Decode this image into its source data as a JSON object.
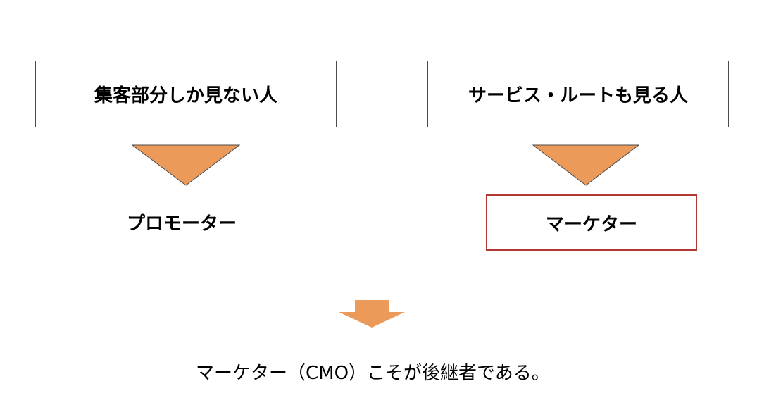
{
  "diagram": {
    "left_box": {
      "label": "集客部分しか見ない人"
    },
    "right_box": {
      "label": "サービス・ルートも見る人"
    },
    "left_result": {
      "label": "プロモーター"
    },
    "right_result": {
      "label": "マーケター"
    },
    "conclusion": {
      "text": "マーケター（CMO）こそが後継者である。"
    }
  },
  "colors": {
    "arrow_fill": "#EC9A5A",
    "highlight_border": "#B03A33",
    "box_border": "#4A4A4A"
  }
}
